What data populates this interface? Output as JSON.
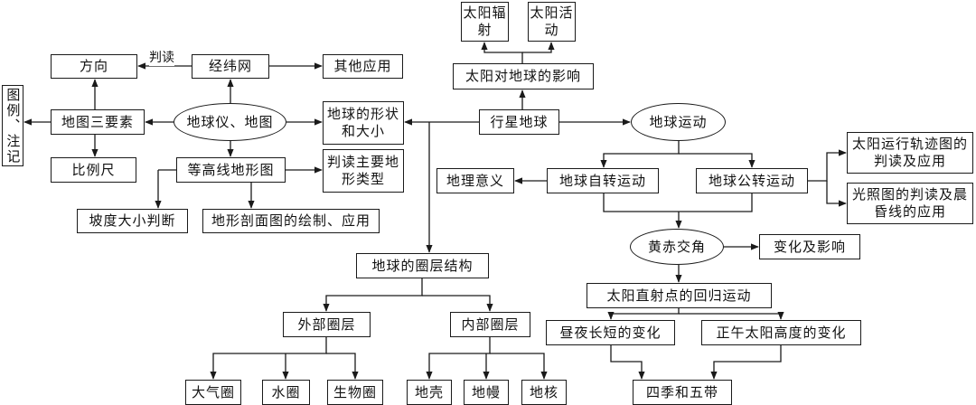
{
  "nodes": {
    "sun_radiation": "太阳辐射",
    "sun_activity": "太阳活动",
    "sun_effect": "太阳对地球的影响",
    "direction": "方向",
    "graticule": "经纬网",
    "other_apps": "其他应用",
    "legend_notes": "图例、注记",
    "map_elements": "地图三要素",
    "globe_map": "地球仪、地图",
    "earth_shape": "地球的形状和大小",
    "planet_earth": "行星地球",
    "earth_motion": "地球运动",
    "scale": "比例尺",
    "contour_map": "等高线地形图",
    "landform_types": "判读主要地形类型",
    "slope": "坡度大小判断",
    "profile": "地形剖面图的绘制、应用",
    "geo_meaning": "地理意义",
    "rotation": "地球自转运动",
    "revolution": "地球公转运动",
    "sun_path": "太阳运行轨迹图的判读及应用",
    "illumination": "光照图的判读及晨昏线的应用",
    "obliquity": "黄赤交角",
    "change_effect": "变化及影响",
    "layers": "地球的圈层结构",
    "subsolar": "太阳直射点的回归运动",
    "outer_layers": "外部圈层",
    "inner_layers": "内部圈层",
    "day_length": "昼夜长短的变化",
    "noon_altitude": "正午太阳高度的变化",
    "atmosphere": "大气圈",
    "hydrosphere": "水圈",
    "biosphere": "生物圈",
    "crust": "地壳",
    "mantle": "地幔",
    "core": "地核",
    "seasons_zones": "四季和五带"
  },
  "edge_labels": {
    "interpret": "判读"
  },
  "colors": {
    "stroke": "#1a1a1a",
    "background": "#ffffff"
  }
}
